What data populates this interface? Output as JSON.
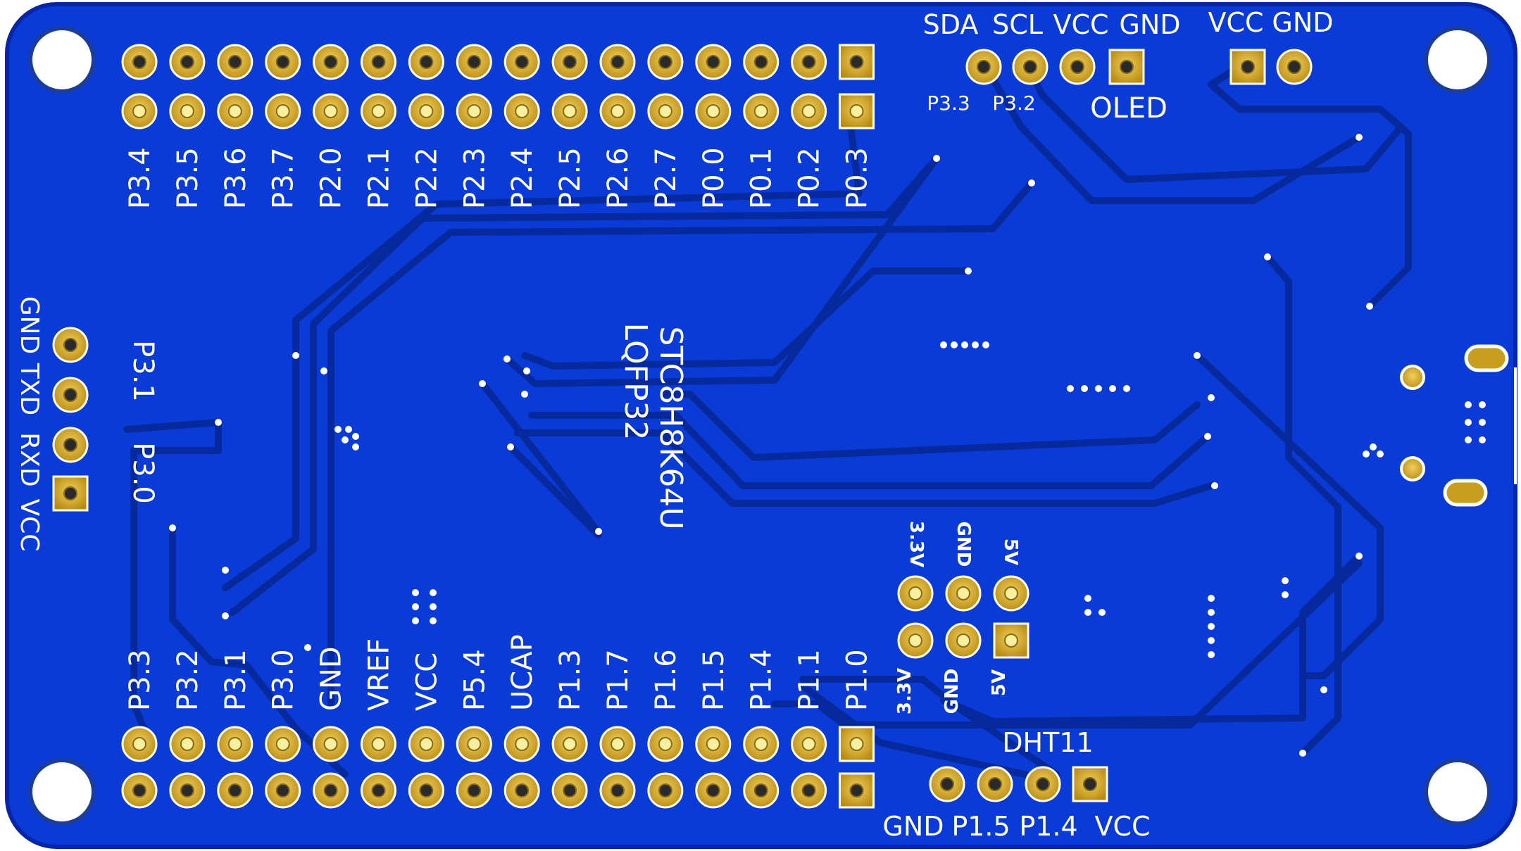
{
  "colors": {
    "board": "#0a3bd6",
    "board_edge": "#0625a8",
    "trace": "#062a9e",
    "pad_gold": "#c89e1e",
    "pad_hole": "#2a2a2a",
    "silk": "#ffffff"
  },
  "header_top": {
    "pins": [
      "P3.4",
      "P3.5",
      "P3.6",
      "P3.7",
      "P2.0",
      "P2.1",
      "P2.2",
      "P2.3",
      "P2.4",
      "P2.5",
      "P2.6",
      "P2.7",
      "P0.0",
      "P0.1",
      "P0.2",
      "P0.3"
    ]
  },
  "header_bottom": {
    "pins": [
      "P3.3",
      "P3.2",
      "P3.1",
      "P3.0",
      "GND",
      "VREF",
      "VCC",
      "P5.4",
      "UCAP",
      "P1.3",
      "P1.7",
      "P1.6",
      "P1.5",
      "P1.4",
      "P1.1",
      "P1.0"
    ]
  },
  "oled": {
    "title": "OLED",
    "pins": [
      "SDA",
      "SCL",
      "VCC",
      "GND"
    ],
    "sub_labels": [
      "P3.3",
      "P3.2"
    ]
  },
  "power_header": {
    "pins": [
      "VCC",
      "GND"
    ]
  },
  "uart": {
    "pins": [
      "GND",
      "TXD",
      "RXD",
      "VCC"
    ],
    "side_labels": [
      "P3.1",
      "P3.0"
    ]
  },
  "chip": {
    "line1": "STC8H8K64U",
    "line2": "LQFP32"
  },
  "power_block": {
    "top_labels": [
      "3.3V",
      "GND",
      "5V"
    ],
    "bottom_labels": [
      "3.3V",
      "GND",
      "5V"
    ]
  },
  "dht11": {
    "title": "DHT11",
    "pins": [
      "GND",
      "P1.5",
      "P1.4",
      "VCC"
    ]
  }
}
